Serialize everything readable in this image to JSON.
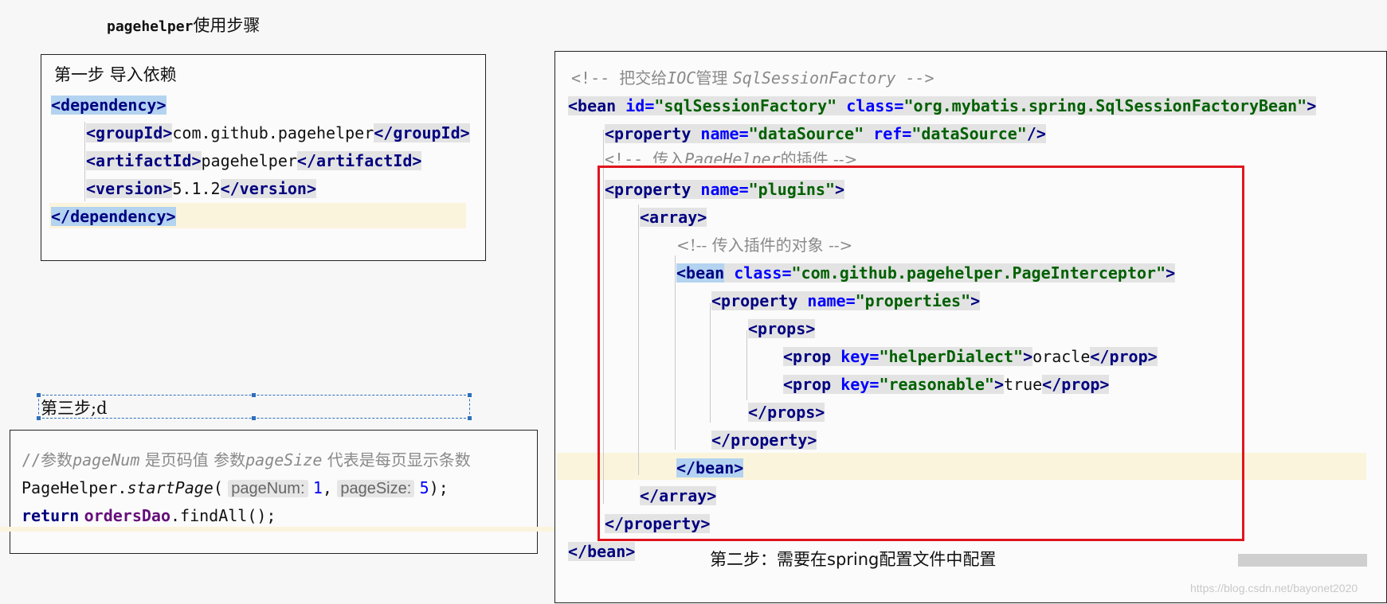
{
  "title": {
    "en": "pagehelper",
    "cn": "使用步骤"
  },
  "step1": {
    "heading": "第一步 导入依赖",
    "dep_open": "<dependency>",
    "g_open": "<groupId>",
    "g_val": "com.github.pagehelper",
    "g_close": "</groupId>",
    "a_open": "<artifactId>",
    "a_val": "pagehelper",
    "a_close": "</artifactId>",
    "v_open": "<version>",
    "v_val": "5.1.2",
    "v_close": "</version>",
    "dep_close": "</dependency>"
  },
  "step3": {
    "label": "第三步;d",
    "comment_a": "//参数",
    "comment_b": "pageNum",
    "comment_c": " 是页码值   参数",
    "comment_d": "pageSize",
    "comment_e": " 代表是每页显示条数",
    "call_obj": "PageHelper.",
    "call_method": "startPage",
    "paren_open": "(",
    "hint1": "pageNum:",
    "arg1": "1",
    "comma": ",",
    "hint2": "pageSize:",
    "arg2": "5",
    "paren_close": ");",
    "ret_kw": "return",
    "ret_obj": "ordersDao",
    "ret_call": ".findAll();"
  },
  "step2": {
    "c1a": "<!-- 把交给",
    "c1b": "IOC",
    "c1c": "管理 ",
    "c1d": "SqlSessionFactory -->",
    "bean_open": "<bean",
    "id_attr": " id=",
    "id_val": "\"sqlSessionFactory\"",
    "class_attr": " class=",
    "class_val": "\"org.mybatis.spring.SqlSessionFactoryBean\"",
    "gt": ">",
    "prop_ds_open": "<property",
    "name_attr": " name=",
    "ds_name": "\"dataSource\"",
    "ref_attr": " ref=",
    "ds_ref": "\"dataSource\"",
    "self_close": "/>",
    "c2a": "<!-- 传入",
    "c2b": "PageHelper",
    "c2c": "的插件 -->",
    "plugins_val": "\"plugins\"",
    "array_open": "<array>",
    "c3": "<!-- 传入插件的对象 -->",
    "bean2_class": "\"com.github.pagehelper.PageInterceptor\"",
    "properties_val": "\"properties\"",
    "props_open": "<props>",
    "prop_open": "<prop",
    "key_attr": " key=",
    "key1": "\"helperDialect\"",
    "val1": "oracle",
    "prop_close": "</prop>",
    "key2": "\"reasonable\"",
    "val2": "true",
    "props_close": "</props>",
    "property_close": "</property>",
    "bean_close": "</bean>",
    "array_close": "</array>",
    "footer": "第二步：需要在spring配置文件中配置"
  },
  "watermark": "https://blog.csdn.net/bayonet2020",
  "colors": {
    "tag": "#000080",
    "attr": "#0000ff",
    "value": "#006000",
    "highlight_border": "#e0151e",
    "selection": "#b3d3f0"
  }
}
